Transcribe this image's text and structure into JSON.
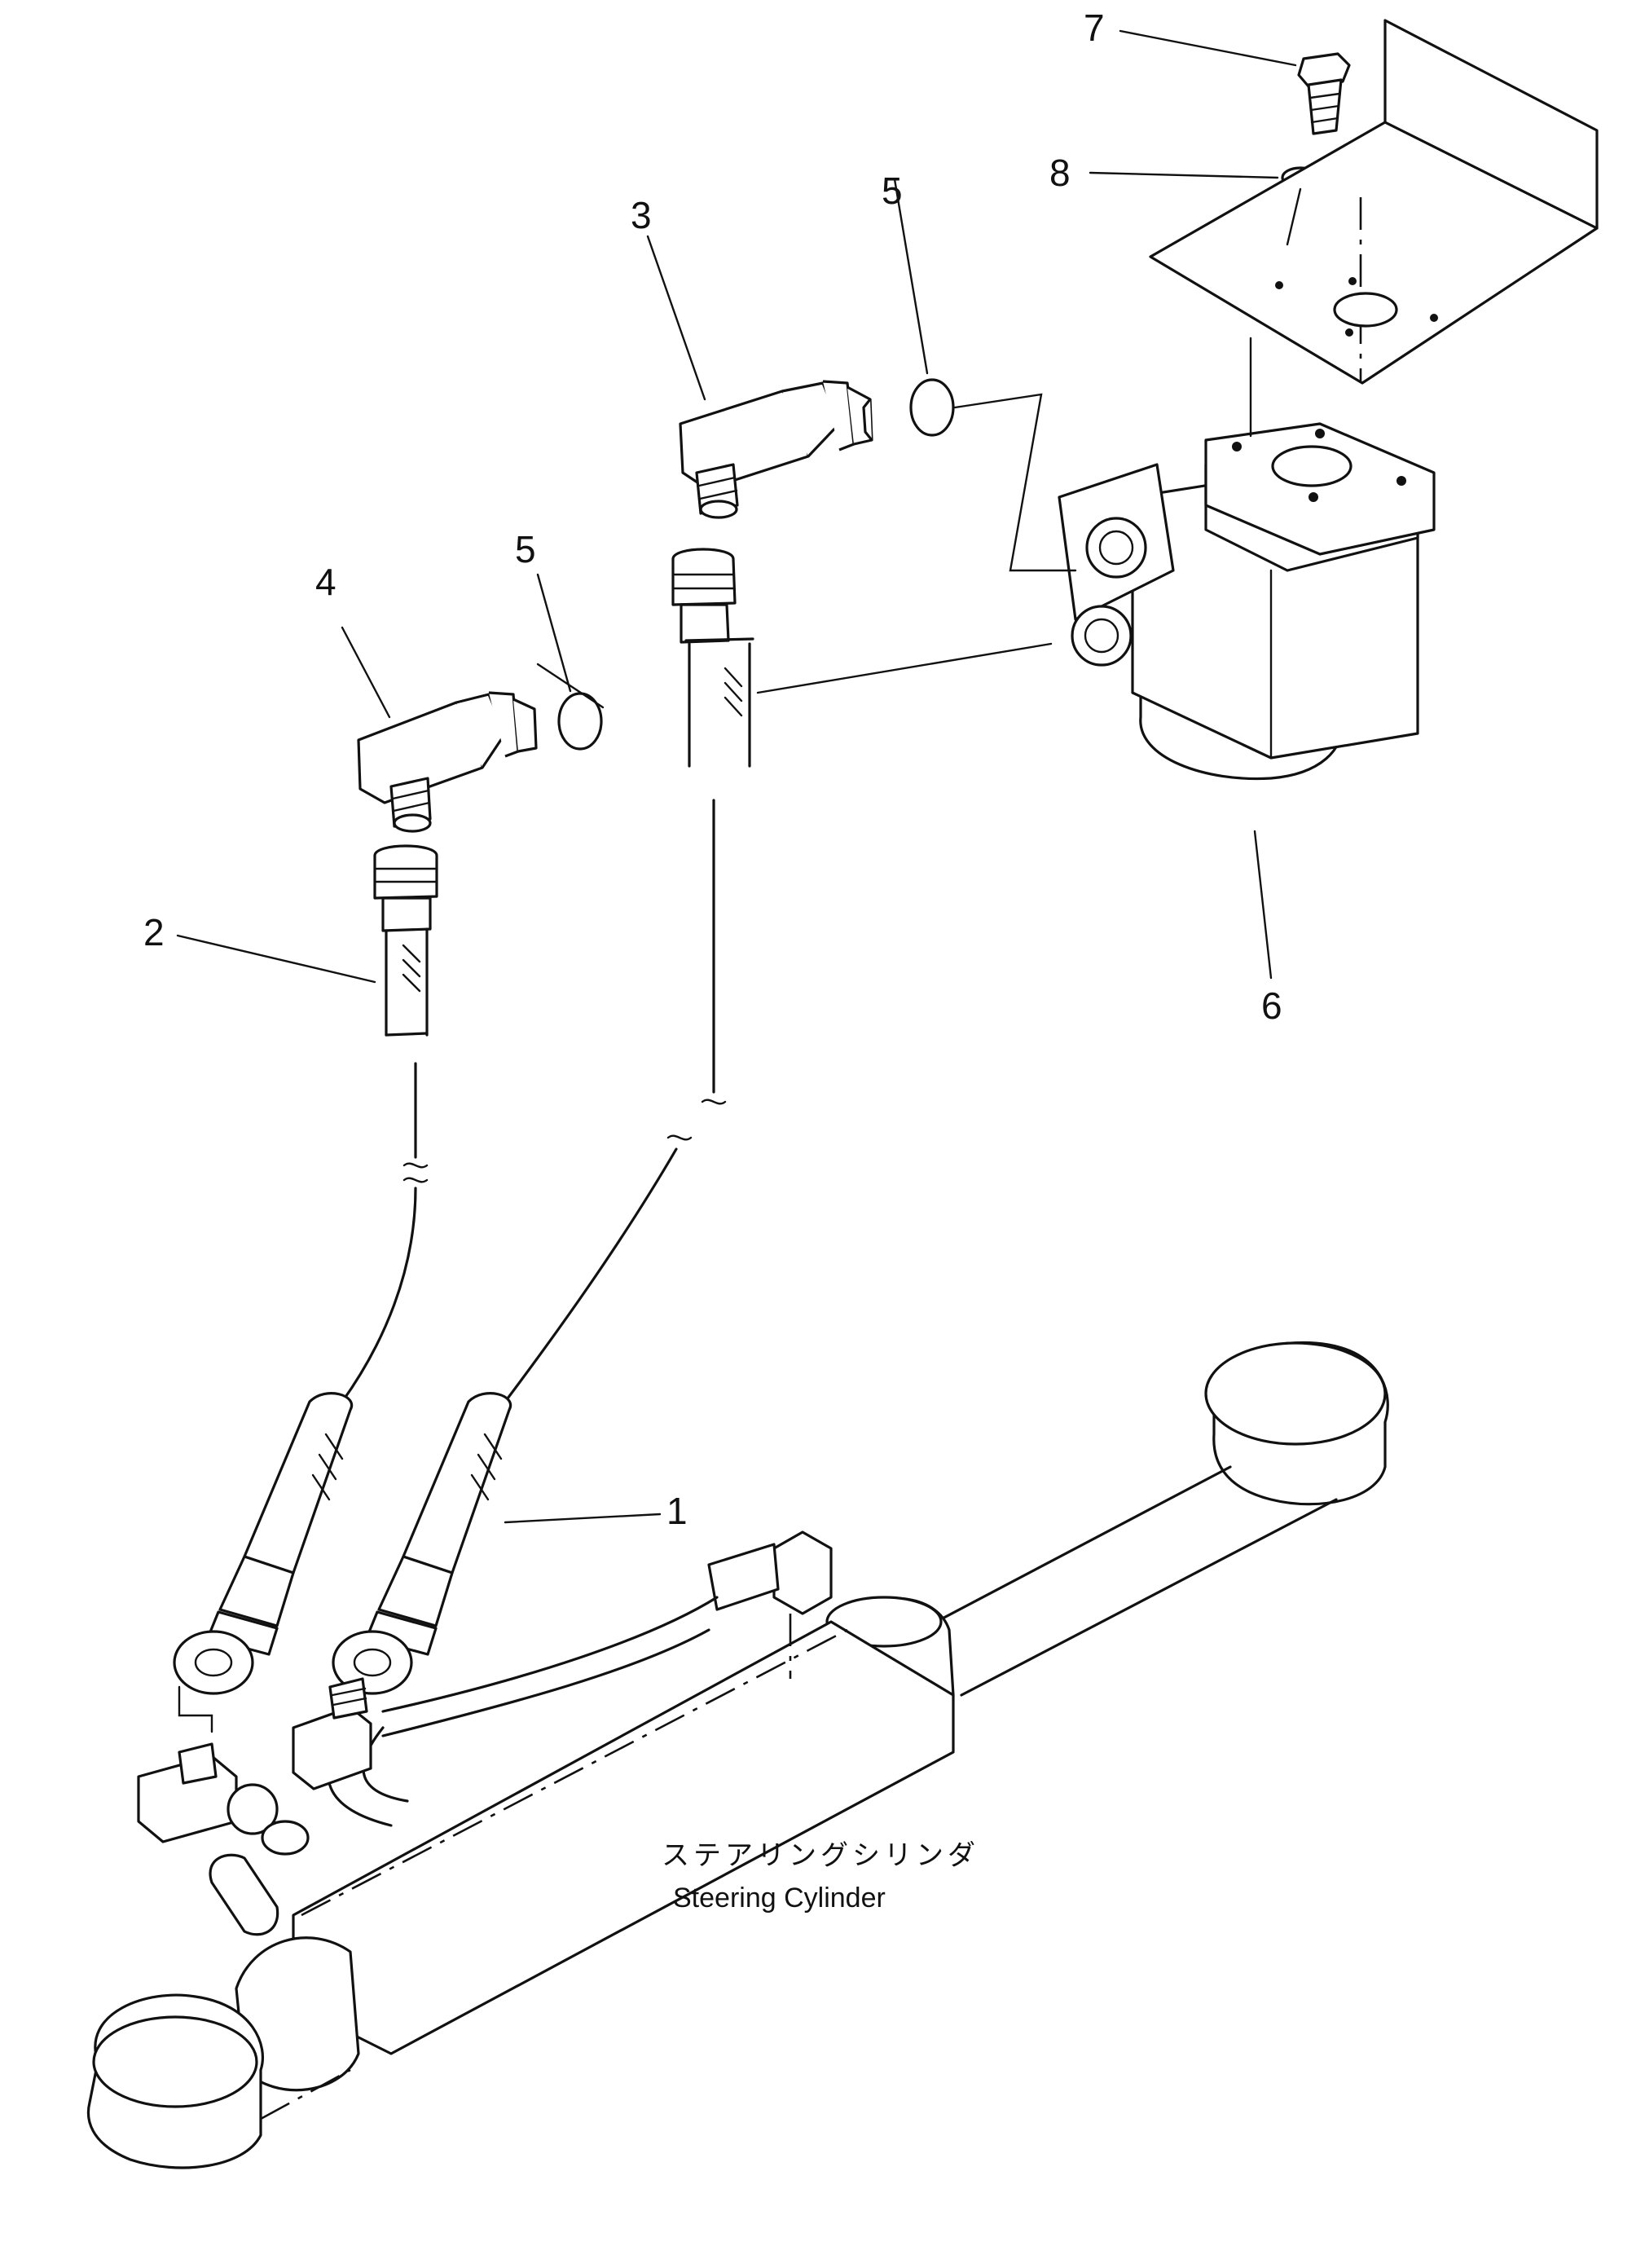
{
  "callouts": {
    "c1": "1",
    "c2": "2",
    "c3": "3",
    "c4": "4",
    "c5a": "5",
    "c5b": "5",
    "c6": "6",
    "c7": "7",
    "c8": "8"
  },
  "caption": {
    "japanese": "ステアリングシリンダ",
    "english": "Steering Cylinder"
  }
}
